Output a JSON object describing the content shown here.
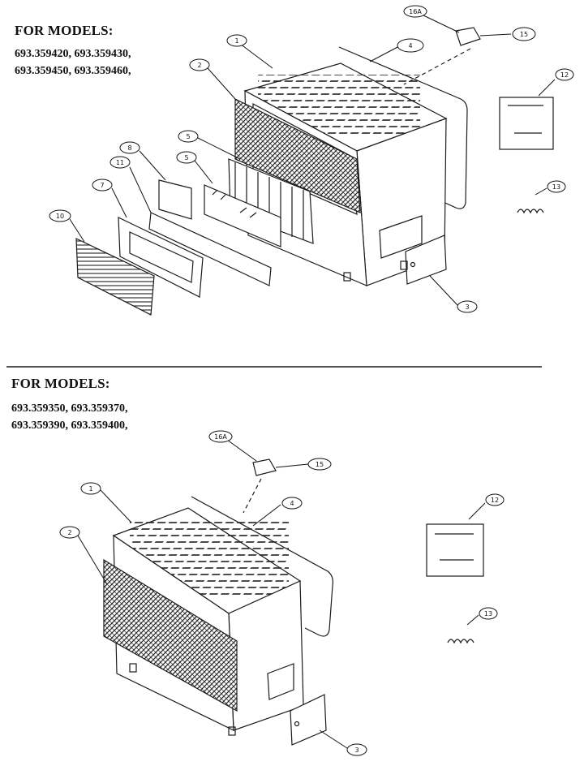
{
  "top_section": {
    "heading": "FOR MODELS:",
    "models_line1": "693.359420, 693.359430,",
    "models_line2": "693.359450, 693.359460,"
  },
  "bottom_section": {
    "heading": "FOR MODELS:",
    "models_line1": "693.359350, 693.359370,",
    "models_line2": "693.359390, 693.359400,"
  },
  "callouts_top": {
    "c1": "1",
    "c2": "2",
    "c3": "3",
    "c4": "4",
    "c5a": "5",
    "c5b": "5",
    "c7": "7",
    "c8": "8",
    "c10": "10",
    "c11": "11",
    "c12": "12",
    "c13": "13",
    "c15": "15",
    "c16a": "16A"
  },
  "callouts_bottom": {
    "c1": "1",
    "c2": "2",
    "c3": "3",
    "c4": "4",
    "c12": "12",
    "c13": "13",
    "c15": "15",
    "c16a": "16A"
  }
}
